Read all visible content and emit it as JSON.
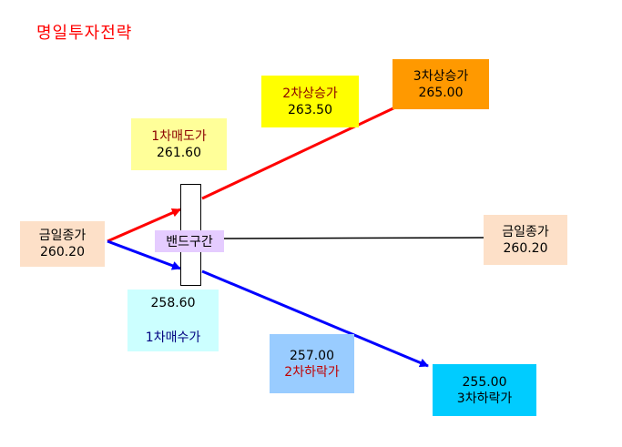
{
  "title": "명일투자전략",
  "band_label": "밴드구간",
  "today_close_left": {
    "label": "금일종가",
    "value": "260.20"
  },
  "today_close_right": {
    "label": "금일종가",
    "value": "260.20"
  },
  "sell_1": {
    "label": "1차매도가",
    "value": "261.60"
  },
  "rise_2": {
    "label": "2차상승가",
    "value": "263.50"
  },
  "rise_3": {
    "label": "3차상승가",
    "value": "265.00"
  },
  "buy_1": {
    "value": "258.60",
    "label": "1차매수가"
  },
  "fall_2": {
    "value": "257.00",
    "label": "2차하락가"
  },
  "fall_3": {
    "value": "255.00",
    "label": "3차하락가"
  },
  "colors": {
    "title": "#ff0000",
    "up_line": "#ff0000",
    "down_line": "#0000ff",
    "flat_line": "#000000",
    "today_box": "#fde0c8",
    "sell1_box": "#ffff99",
    "rise2_box": "#ffff00",
    "rise3_box": "#ff9900",
    "buy1_box": "#ccffff",
    "fall2_box": "#99ccff",
    "fall3_box": "#00ccff",
    "band_label_box": "#e5ccff"
  }
}
